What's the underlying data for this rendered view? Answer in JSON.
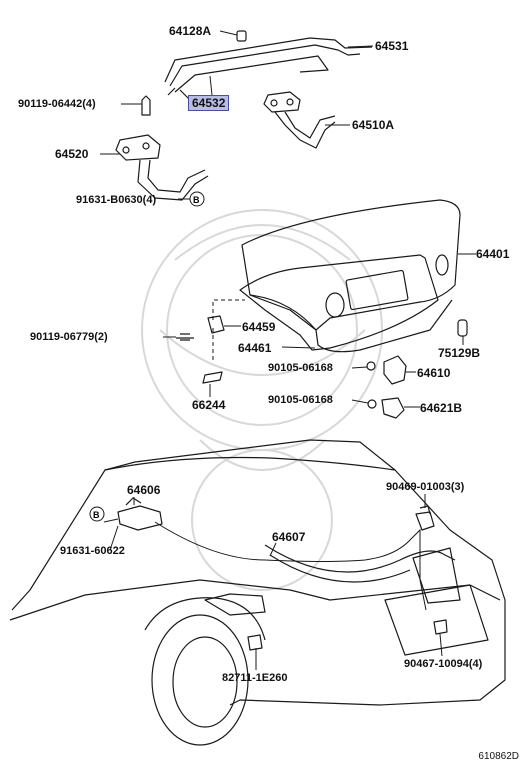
{
  "parts": {
    "p64128A": "64128A",
    "p64531": "64531",
    "p64532": "64532",
    "p64510A": "64510A",
    "p90119_06442": "90119-06442(4)",
    "p64520": "64520",
    "p91631_B0630": "91631-B0630(4)",
    "p64401": "64401",
    "p90119_06779": "90119-06779(2)",
    "p64459": "64459",
    "p64461": "64461",
    "p75129B": "75129B",
    "p90105_06168_a": "90105-06168",
    "p64610": "64610",
    "p66244": "66244",
    "p90105_06168_b": "90105-06168",
    "p64621B": "64621B",
    "p64606": "64606",
    "p90469_01003": "90469-01003(3)",
    "p91631_60622": "91631-60622",
    "p64607": "64607",
    "p82711_1E260": "82711-1E260",
    "p90467_10094": "90467-10094(4)"
  },
  "refs": {
    "b_top": "B",
    "b_bottom": "B"
  },
  "diagram_code": "610862D",
  "colors": {
    "highlight_fill": "#b9bde6",
    "highlight_border": "#4a50a0",
    "line": "#1a1a1a"
  }
}
